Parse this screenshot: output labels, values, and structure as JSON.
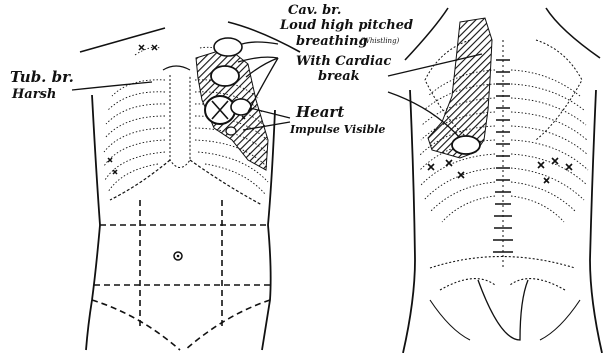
{
  "labels": {
    "cav_br": "Cav. br.",
    "loud": "Loud high pitched",
    "breathing": "breathing",
    "whistling": "(Whistling)",
    "cardiac1": "With Cardiac",
    "cardiac2": "break",
    "tub1": "Tub. br.",
    "tub2": "Harsh",
    "heart": "Heart",
    "impulse": "Impulse Visible"
  },
  "colors": {
    "ink": "#111111"
  }
}
